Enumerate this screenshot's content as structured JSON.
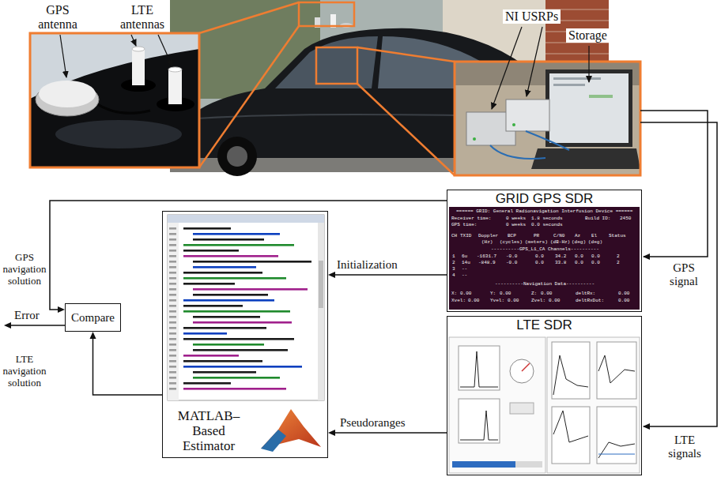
{
  "diagram": {
    "nodes": [
      {
        "text": [
          "Compare"
        ]
      },
      {
        "text": [
          "MATLAB–Based Estimator"
        ]
      },
      {
        "text": [
          "GRID GPS SDR"
        ]
      },
      {
        "text": [
          "LTE SDR"
        ]
      }
    ],
    "edges": [
      {
        "from": 2,
        "to": 0,
        "label": "GPS navigation solution",
        "arrow": "to"
      },
      {
        "from": 2,
        "to": 1,
        "label": "Initialization",
        "arrow": "to"
      },
      {
        "from": 3,
        "to": 1,
        "label": "Pseudoranges",
        "arrow": "to"
      },
      {
        "from": 1,
        "to": 0,
        "label": "LTE navigation solution",
        "arrow": "to"
      }
    ],
    "labels": [
      "GPS antenna",
      "LTE antennas",
      "NI USRPs",
      "Storage",
      "Error",
      "GPS signal",
      "LTE signals",
      "====== GRID: General Radionavigation Interfusion Device ======",
      "Receiver time:",
      "0 weeks",
      "1.8 seconds",
      "Build ID:",
      "2450",
      "GPS time:",
      "0 weeks",
      "0.0 seconds",
      "CH",
      "TXID",
      "Doppler",
      "BCP",
      "PR",
      "C/N0",
      "Az",
      "El",
      "Status",
      "(Hz)",
      "(cycles)",
      "(meters)",
      "(dB-Hz)",
      "(deg)",
      "(deg)",
      "----------GPS_L1_CA Channels----------",
      "1",
      "6u",
      "-1631.7",
      "-0.0",
      "0.0",
      "34.2",
      "0.0",
      "0.0",
      "2",
      "2",
      "14u",
      "-848.9",
      "-0.0",
      "0.0",
      "33.8",
      "0.0",
      "0.0",
      "2",
      "3",
      "--",
      "4",
      "--",
      "----------Navigation Data----------",
      "X:",
      "0.00",
      "Y:",
      "0.00",
      "Z:",
      "0.00",
      "deltRx:",
      "0.00",
      "Xvel:",
      "0.00",
      "Yvel:",
      "0.00",
      "Zvel:",
      "0.00",
      "deltRxDot:",
      "0.00"
    ]
  }
}
